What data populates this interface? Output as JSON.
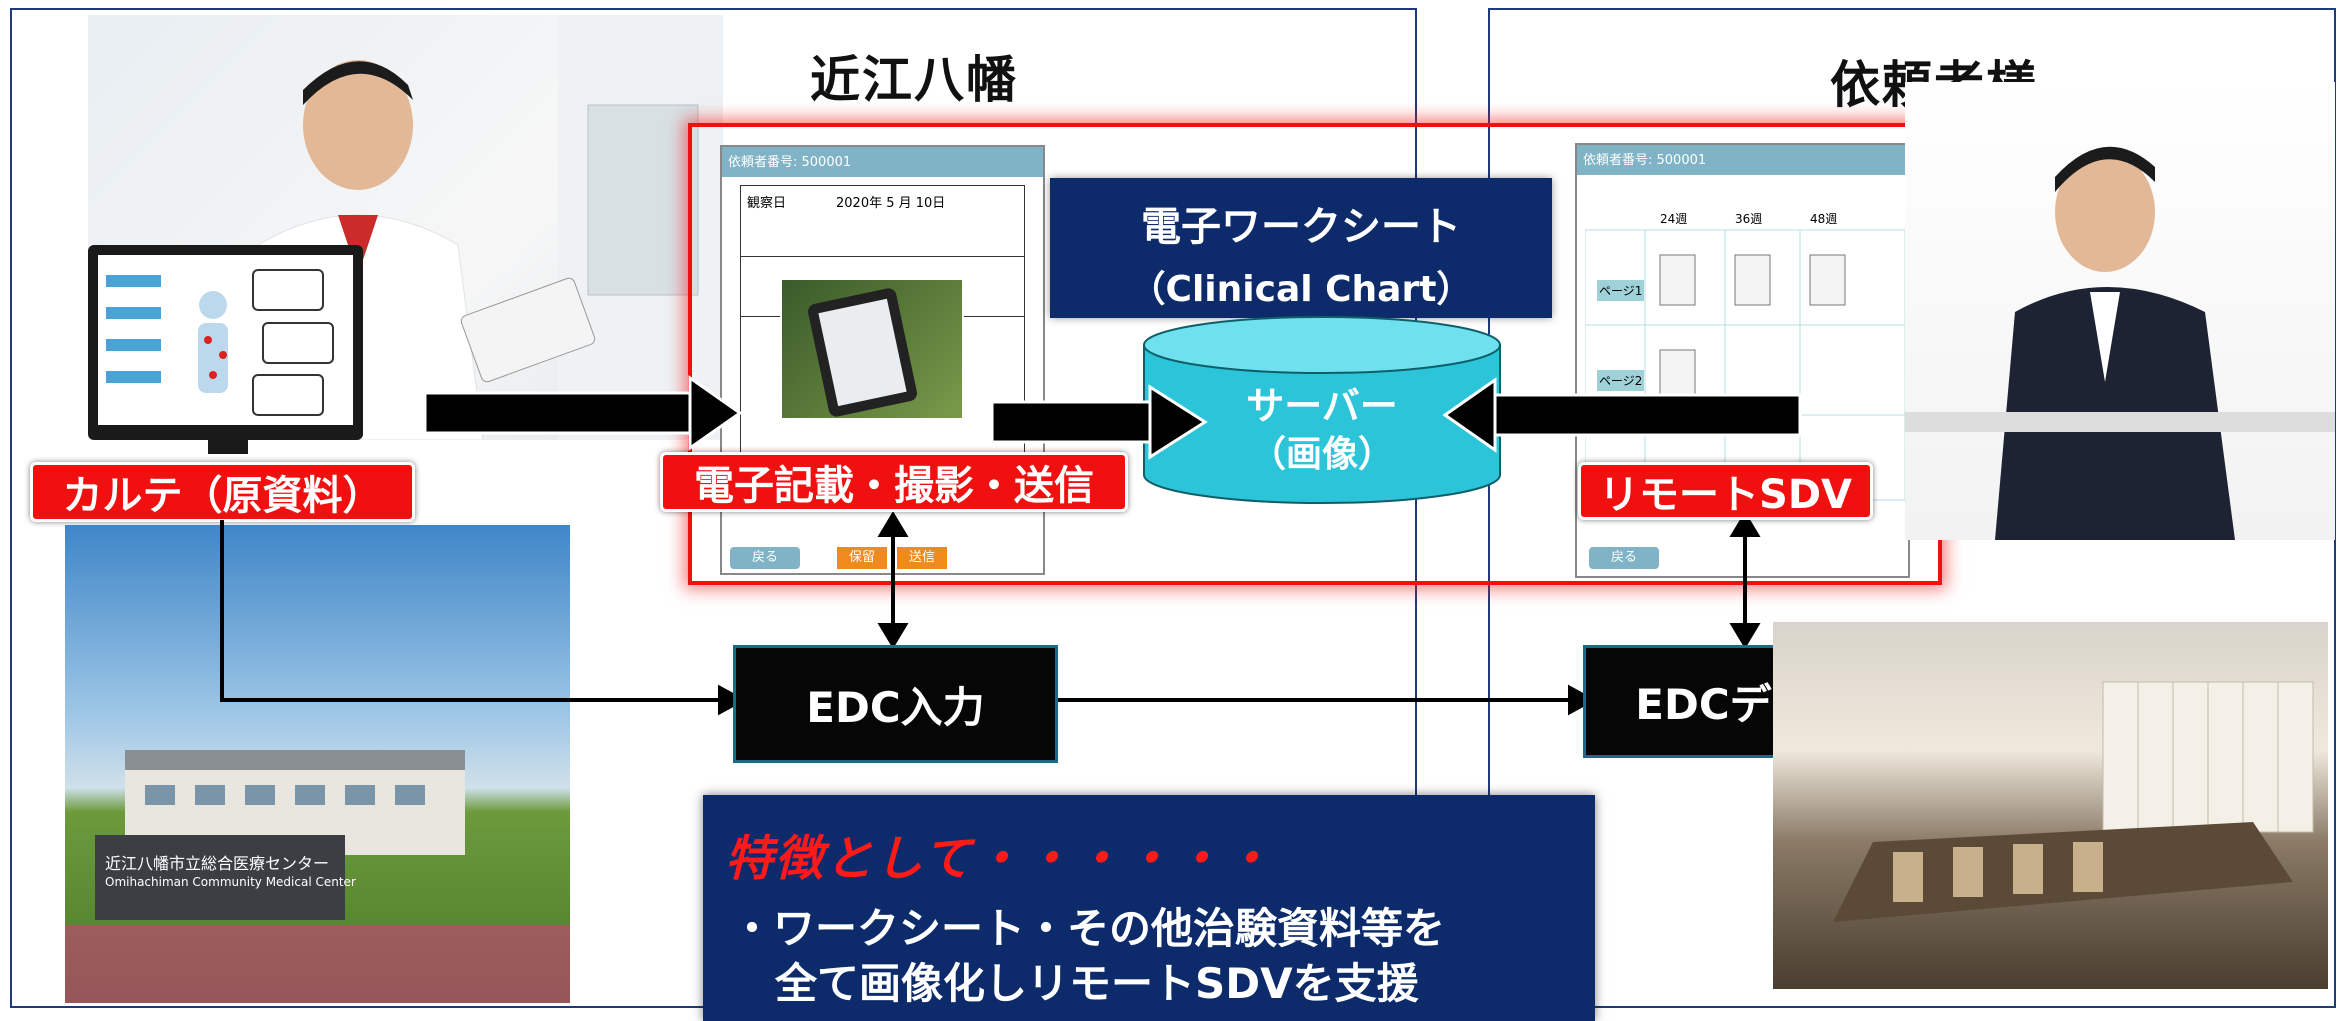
{
  "titles": {
    "left": "近江八幡",
    "right": "依頼者様"
  },
  "worksheet_box": {
    "line1": "電子ワークシート",
    "line2": "（Clinical Chart）"
  },
  "server": {
    "line1": "サーバー",
    "line2": "（画像）"
  },
  "labels": {
    "karte": "カルテ（原資料）",
    "capture": "電子記載・撮影・送信",
    "remote_sdv": "リモートSDV"
  },
  "edc": {
    "input": "EDC入力",
    "data": "EDCデータ"
  },
  "features": {
    "heading": "特徴として・・・・・・",
    "line1": "・ワークシート・その他治験資料等を",
    "line2": "全て画像化しリモートSDVを支援"
  },
  "hospital_sign": {
    "line1": "近江八幡市立総合医療センター",
    "line2": "Omihachiman Community Medical Center"
  },
  "tablet_left": {
    "header": "依頼者番号: 500001",
    "date_label": "観察日",
    "date_value": "2020年 5 月 10日",
    "back": "戻る",
    "save": "保留",
    "send": "送信"
  },
  "tablet_right": {
    "header": "依頼者番号: 500001",
    "cols": [
      "24週",
      "36週",
      "48週"
    ],
    "rows": [
      "ページ1",
      "ページ2"
    ],
    "back": "戻る"
  },
  "colors": {
    "red": "#f01010",
    "navy": "#0d2a6b",
    "teal": "#2cc4d8",
    "border": "#1f3a7a"
  }
}
